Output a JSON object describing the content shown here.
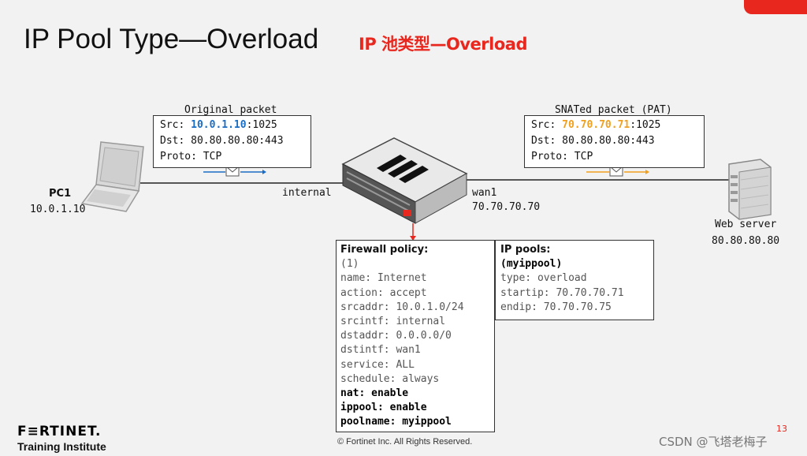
{
  "slide": {
    "title": "IP Pool Type—Overload",
    "subtitle": "IP 池类型—Overload",
    "page_number": "13"
  },
  "original_packet": {
    "label": "Original packet",
    "src_prefix": "Src: ",
    "src_ip": "10.0.1.10",
    "src_port": ":1025",
    "dst": "Dst: 80.80.80.80:443",
    "proto": "Proto: TCP"
  },
  "snat_packet": {
    "label": "SNATed packet (PAT)",
    "src_prefix": "Src: ",
    "src_ip": "70.70.70.71",
    "src_port": ":1025",
    "dst": "Dst: 80.80.80.80:443",
    "proto": "Proto: TCP"
  },
  "pc": {
    "name": "PC1",
    "ip": "10.0.1.10"
  },
  "firewall": {
    "internal_label": "internal",
    "wan_label": "wan1",
    "wan_ip": "70.70.70.70"
  },
  "server": {
    "name": "Web server",
    "ip": "80.80.80.80"
  },
  "policy": {
    "heading": "Firewall policy:",
    "lines": [
      "(1)",
      "name: Internet",
      "action: accept",
      "srcaddr: 10.0.1.0/24",
      "srcintf: internal",
      "dstaddr: 0.0.0.0/0",
      "dstintf: wan1",
      "service: ALL",
      "schedule: always"
    ],
    "bold_lines": [
      "nat: enable",
      "ippool: enable",
      "poolname: myippool"
    ]
  },
  "ip_pools": {
    "heading": "IP pools:",
    "name": "(myippool)",
    "lines": [
      "type: overload",
      "startip: 70.70.70.71",
      "endip: 70.70.70.75"
    ]
  },
  "footer": {
    "brand": "F≡RTINET.",
    "training": "Training Institute",
    "copyright": "© Fortinet Inc. All Rights Reserved.",
    "watermark": "CSDN @飞塔老梅子"
  },
  "colors": {
    "accent_red": "#e8271e",
    "src_blue": "#1a6dc4",
    "src_orange": "#f0a020"
  }
}
